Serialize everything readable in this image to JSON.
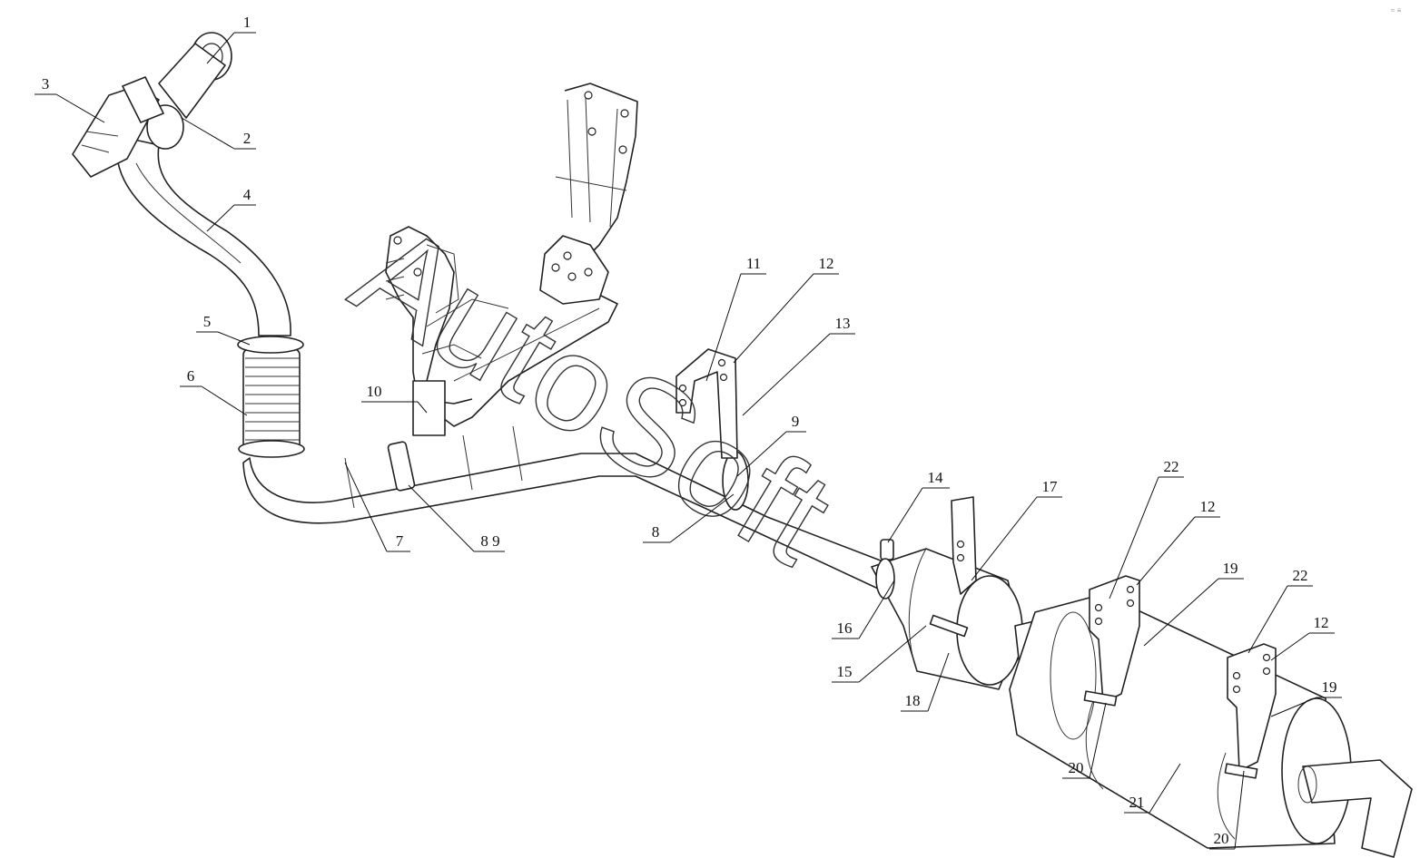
{
  "watermark": "AutoSoft",
  "corner_mark": "≈ ≡",
  "callouts": [
    {
      "label": "1"
    },
    {
      "label": "2"
    },
    {
      "label": "3"
    },
    {
      "label": "4"
    },
    {
      "label": "5"
    },
    {
      "label": "6"
    },
    {
      "label": "7"
    },
    {
      "label": "8 9"
    },
    {
      "label": "10"
    },
    {
      "label": "11"
    },
    {
      "label": "12"
    },
    {
      "label": "13"
    },
    {
      "label": "9"
    },
    {
      "label": "8"
    },
    {
      "label": "14"
    },
    {
      "label": "17"
    },
    {
      "label": "16"
    },
    {
      "label": "15"
    },
    {
      "label": "18"
    },
    {
      "label": "22"
    },
    {
      "label": "12"
    },
    {
      "label": "19"
    },
    {
      "label": "22"
    },
    {
      "label": "12"
    },
    {
      "label": "19"
    },
    {
      "label": "20"
    },
    {
      "label": "21"
    },
    {
      "label": "20"
    }
  ]
}
